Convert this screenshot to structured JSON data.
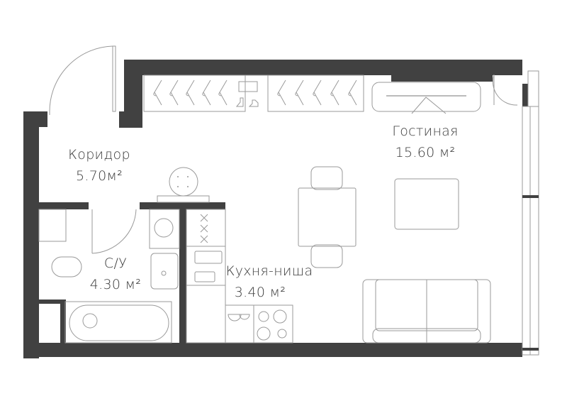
{
  "rooms": [
    {
      "name": "Коридор",
      "area": "5.70м²"
    },
    {
      "name": "С/У",
      "area": "4.30 м²"
    },
    {
      "name": "Кухня-ниша",
      "area": "3.40 м²"
    },
    {
      "name": "Гостиная",
      "area": "15.60 м²"
    }
  ],
  "colors": {
    "wall": "#414141",
    "line": "#9a9a9a",
    "text": "#3a3a3a"
  }
}
